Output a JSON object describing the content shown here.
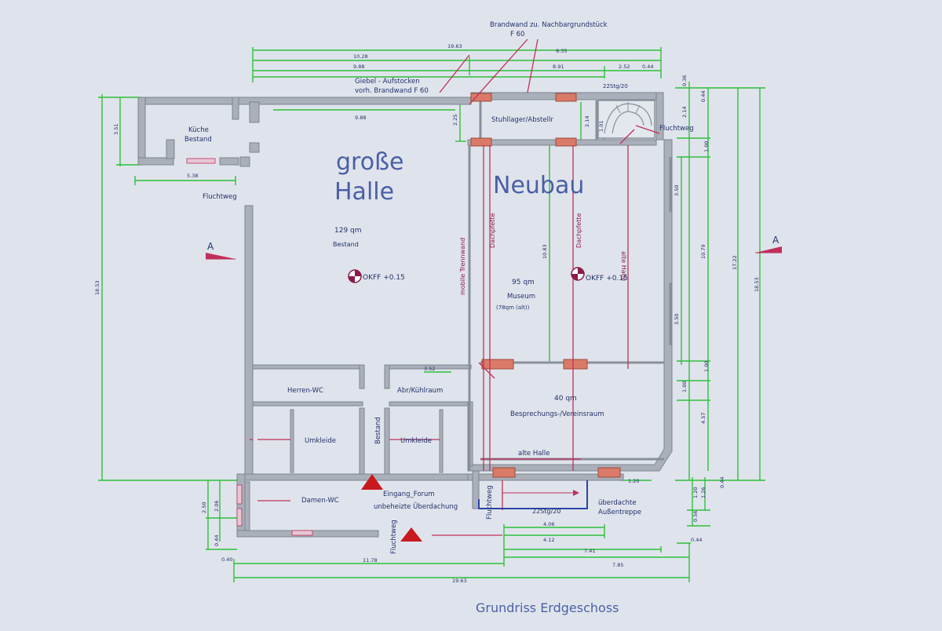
{
  "plan": {
    "title": "Grundriss Erdgeschoss",
    "callouts": {
      "brandwand_line1": "Brandwand zu. Nachbargrundstück",
      "brandwand_line2": "F 60",
      "giebel_line1": "Giebel - Aufstocken",
      "giebel_line2": "vorh. Brandwand F 60"
    },
    "rooms": {
      "grosse_halle_line1": "große",
      "grosse_halle_line2": "Halle",
      "grosse_halle_area": "129 qm",
      "grosse_halle_bestand": "Bestand",
      "neubau": "Neubau",
      "kueche_line1": "Küche",
      "kueche_line2": "Bestand",
      "stuhllager": "Stuhllager/Abstellr",
      "museum_area": "95 qm",
      "museum_name": "Museum",
      "museum_note": "(78qm (alt))",
      "herren_wc": "Herren-WC",
      "abr_kuehlraum": "Abr/Kühlraum",
      "umkleide_left": "Umkleide",
      "umkleide_right": "Umkleide",
      "bestand_vertical": "Bestand",
      "besprechung_area": "40 qm",
      "besprechung_name": "Besprechungs-/Vereinsraum",
      "alte_halle_horizontal": "alte Halle",
      "damen_wc": "Damen-WC",
      "eingang_line1": "Eingang_Forum",
      "eingang_line2": "unbeheizte Überdachung",
      "aussentreppe_line1": "überdachte",
      "aussentreppe_line2": "Außentreppe"
    },
    "vertical_labels": {
      "mobile_trennwand": "mobile Trennwand",
      "dachpfette_left": "Dachpfette",
      "dachpfette_right": "Dachpfette",
      "alte_halle": "alte Halle",
      "fluchtweg_bottom": "Fluchtweg",
      "fluchtweg_mid": "Fluchtweg"
    },
    "fluchtweg_labels": {
      "left": "Fluchtweg",
      "top_right": "Fluchtweg"
    },
    "levels": {
      "left": "OKFF +0.15",
      "right": "OKFF +0.15"
    },
    "section_markers": {
      "left": "A",
      "right": "A"
    },
    "stairs": {
      "top": "22Stg/20",
      "bottom": "22Stg/20"
    },
    "dimensions": {
      "top_total": "19.63",
      "top_10_28": "10.28",
      "top_9_35": "9.35",
      "top_9_88": "9.88",
      "top_8_91": "8.91",
      "top_2_52": "2.52",
      "top_0_44": "0.44",
      "inner_9_88": "9.88",
      "kueche_width": "5.38",
      "left_height": "3.51",
      "left_total": "18.53",
      "right_total": "18.53",
      "right_17_22": "17.22",
      "right_10_79": "10.79",
      "right_4_57": "4.57",
      "right_0_44": "0.44",
      "right_0_36": "0.36",
      "right_2_14": "2.14",
      "right_1_00a": "1.00",
      "right_1_00b": "1.00",
      "right_1_00c": "1.00",
      "inner_3_50a": "3.50",
      "inner_3_50b": "3.50",
      "inner_10_83": "10.83",
      "inner_2_25": "2.25",
      "inner_2_14": "2.14",
      "inner_1_01": "1.01",
      "abr_width": "3.52",
      "right_1_20": "1.20",
      "right_1_26": "1.26",
      "right_0_56": "0.56",
      "right_0_44_bottom": "0.44",
      "bottom_1_20": "1.20",
      "bottom_4_06": "4.06",
      "bottom_4_12": "4.12",
      "bottom_7_41": "7.41",
      "bottom_7_85": "7.85",
      "bottom_11_78": "11.78",
      "bottom_0_40": "0.40",
      "bottom_total": "19.63",
      "left_2_50": "2.50",
      "left_2_06": "2.06",
      "left_0_44": "0.44"
    }
  }
}
